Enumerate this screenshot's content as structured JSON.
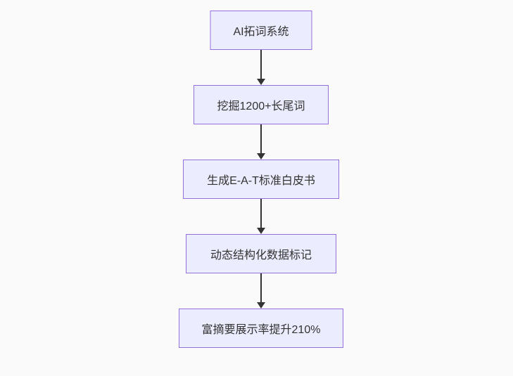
{
  "diagram": {
    "type": "flowchart-top-down",
    "nodes": [
      {
        "label": "AI拓词系统"
      },
      {
        "label": "挖掘1200+长尾词"
      },
      {
        "label": "生成E-A-T标准白皮书"
      },
      {
        "label": "动态结构化数据标记"
      },
      {
        "label": "富摘要展示率提升210%"
      }
    ],
    "edges": [
      {
        "from": 1,
        "to": 2,
        "style": "arrow-down"
      },
      {
        "from": 2,
        "to": 3,
        "style": "arrow-down"
      },
      {
        "from": 3,
        "to": 4,
        "style": "arrow-down"
      },
      {
        "from": 4,
        "to": 5,
        "style": "arrow-down"
      }
    ]
  },
  "colors": {
    "background": "#fafafa",
    "nodeFill": "#ECECFF",
    "nodeBorder": "#9370DB",
    "nodeText": "#333333",
    "edge": "#333333"
  }
}
